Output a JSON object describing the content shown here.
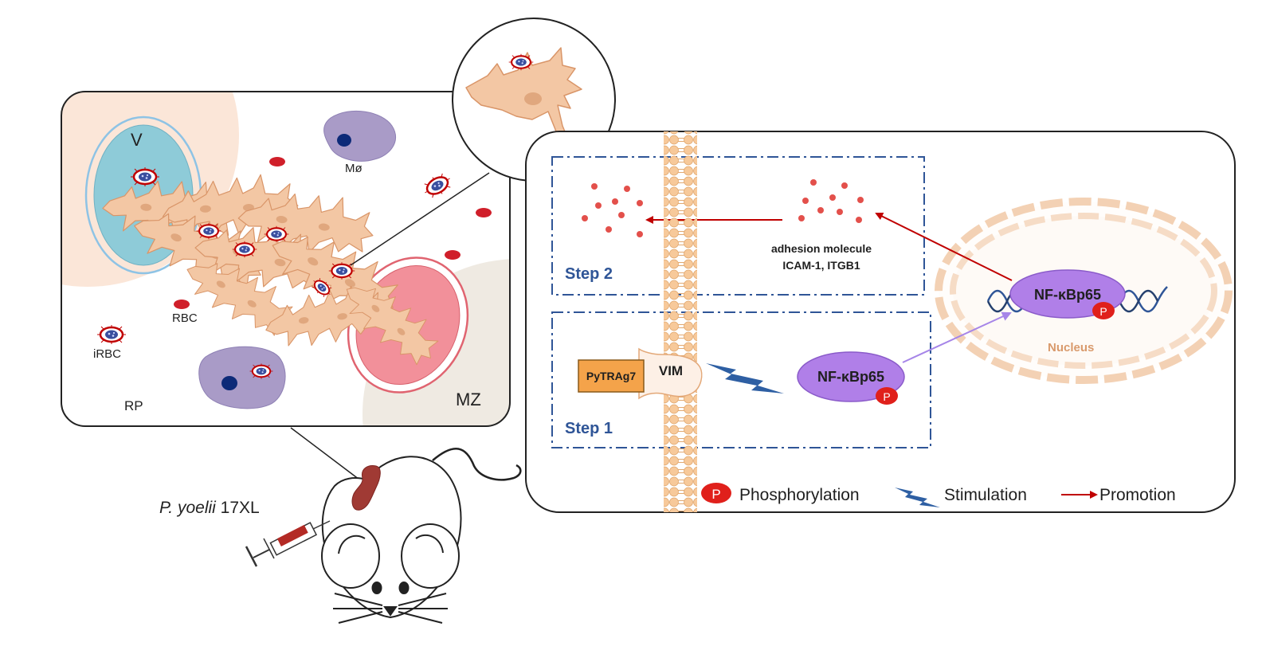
{
  "spleen_panel": {
    "labels": {
      "vessel": "V",
      "macrophage": "Mø",
      "rbc": "RBC",
      "irbc": "iRBC",
      "red_pulp": "RP",
      "marginal_zone": "MZ"
    }
  },
  "mouse": {
    "parasite_italic": "P. yoelii",
    "parasite_strain": " 17XL"
  },
  "mechanism_panel": {
    "step2": {
      "label": "Step 2",
      "molecule_line1": "adhesion molecule",
      "molecule_line2": "ICAM-1, ITGB1"
    },
    "step1": {
      "label": "Step 1",
      "ligand": "PyTRAg7",
      "receptor": "VIM",
      "protein": "NF-κBp65"
    },
    "nucleus": {
      "label": "Nucleus",
      "protein": "NF-κBp65"
    },
    "phospho_symbol": "P",
    "legend": {
      "phosphorylation": "Phosphorylation",
      "stimulation": "Stimulation",
      "promotion": "Promotion"
    }
  },
  "colors": {
    "step_box": "#2f5597",
    "promotion_arrow": "#c00000",
    "nfkb_fill": "#b07fe8",
    "phospho": "#e0201b",
    "stimulation": "#2e5fa3",
    "membrane": "#f7c99a",
    "fibroblast": "#f3c7a4",
    "vessel_blue": "#8ecbd8",
    "mz_red": "#f2909a",
    "macrophage": "#a99bc7",
    "ligand_orange": "#f4a34a",
    "nucleus_text": "#d99a6c"
  }
}
